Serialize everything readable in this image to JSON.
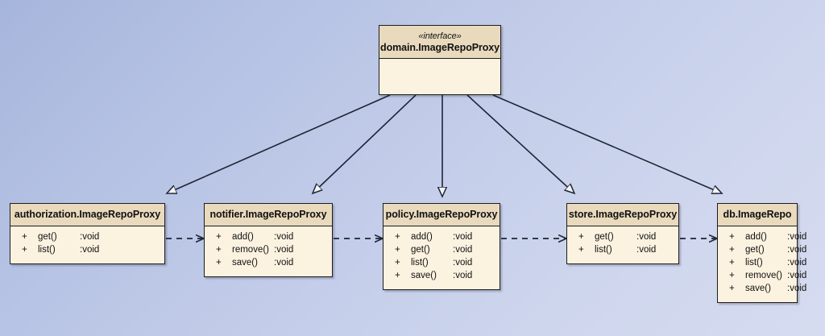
{
  "diagram": {
    "title": "UML class diagram of ImageRepoProxy decorator chain",
    "background": {
      "color_start": "#a6b5dc",
      "color_end": "#d6dcf0"
    },
    "box_style": {
      "header_color": "#e9dabe",
      "body_color": "#fbf2e0",
      "border_color": "#1d1d1d"
    }
  },
  "interface": {
    "stereotype": "«interface»",
    "name": "domain.ImageRepoProxy",
    "members": []
  },
  "classes": [
    {
      "id": "authorization",
      "name": "authorization.ImageRepoProxy",
      "members": [
        {
          "visibility": "+",
          "name": "get()",
          "type": ":void"
        },
        {
          "visibility": "+",
          "name": "list()",
          "type": ":void"
        }
      ]
    },
    {
      "id": "notifier",
      "name": "notifier.ImageRepoProxy",
      "members": [
        {
          "visibility": "+",
          "name": "add()",
          "type": ":void"
        },
        {
          "visibility": "+",
          "name": "remove()",
          "type": ":void"
        },
        {
          "visibility": "+",
          "name": "save()",
          "type": ":void"
        }
      ]
    },
    {
      "id": "policy",
      "name": "policy.ImageRepoProxy",
      "members": [
        {
          "visibility": "+",
          "name": "add()",
          "type": ":void"
        },
        {
          "visibility": "+",
          "name": "get()",
          "type": ":void"
        },
        {
          "visibility": "+",
          "name": "list()",
          "type": ":void"
        },
        {
          "visibility": "+",
          "name": "save()",
          "type": ":void"
        }
      ]
    },
    {
      "id": "store",
      "name": "store.ImageRepoProxy",
      "members": [
        {
          "visibility": "+",
          "name": "get()",
          "type": ":void"
        },
        {
          "visibility": "+",
          "name": "list()",
          "type": ":void"
        }
      ]
    },
    {
      "id": "db",
      "name": "db.ImageRepo",
      "members": [
        {
          "visibility": "+",
          "name": "add()",
          "type": ":void"
        },
        {
          "visibility": "+",
          "name": "get()",
          "type": ":void"
        },
        {
          "visibility": "+",
          "name": "list()",
          "type": ":void"
        },
        {
          "visibility": "+",
          "name": "remove()",
          "type": ":void"
        },
        {
          "visibility": "+",
          "name": "save()",
          "type": ":void"
        }
      ]
    }
  ],
  "relations": [
    {
      "kind": "realization",
      "from": "authorization",
      "to": "interface"
    },
    {
      "kind": "realization",
      "from": "notifier",
      "to": "interface"
    },
    {
      "kind": "realization",
      "from": "policy",
      "to": "interface"
    },
    {
      "kind": "realization",
      "from": "store",
      "to": "interface"
    },
    {
      "kind": "realization",
      "from": "db",
      "to": "interface"
    },
    {
      "kind": "dependency",
      "from": "authorization",
      "to": "notifier"
    },
    {
      "kind": "dependency",
      "from": "notifier",
      "to": "policy"
    },
    {
      "kind": "dependency",
      "from": "policy",
      "to": "store"
    },
    {
      "kind": "dependency",
      "from": "store",
      "to": "db"
    }
  ]
}
